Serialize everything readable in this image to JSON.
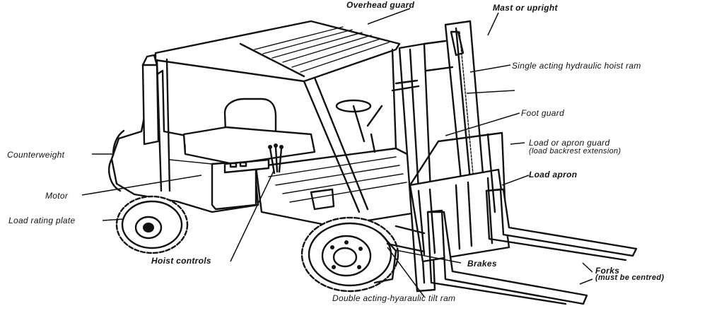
{
  "labels": {
    "overhead_guard": "Overhead guard",
    "mast": "Mast or upright",
    "hoist_ram": "Single acting hydraulic hoist ram",
    "foot_guard": "Foot guard",
    "apron_guard": "Load or apron guard",
    "apron_guard_note": "(load backrest extension)",
    "load_apron": "Load apron",
    "counterweight": "Counterweight",
    "motor": "Motor",
    "rating_plate": "Load rating plate",
    "hoist_controls": "Hoist controls",
    "brakes": "Brakes",
    "forks": "Forks",
    "forks_note": "(must be centred)",
    "tilt_ram": "Double acting-hyaraulic tilt ram"
  }
}
